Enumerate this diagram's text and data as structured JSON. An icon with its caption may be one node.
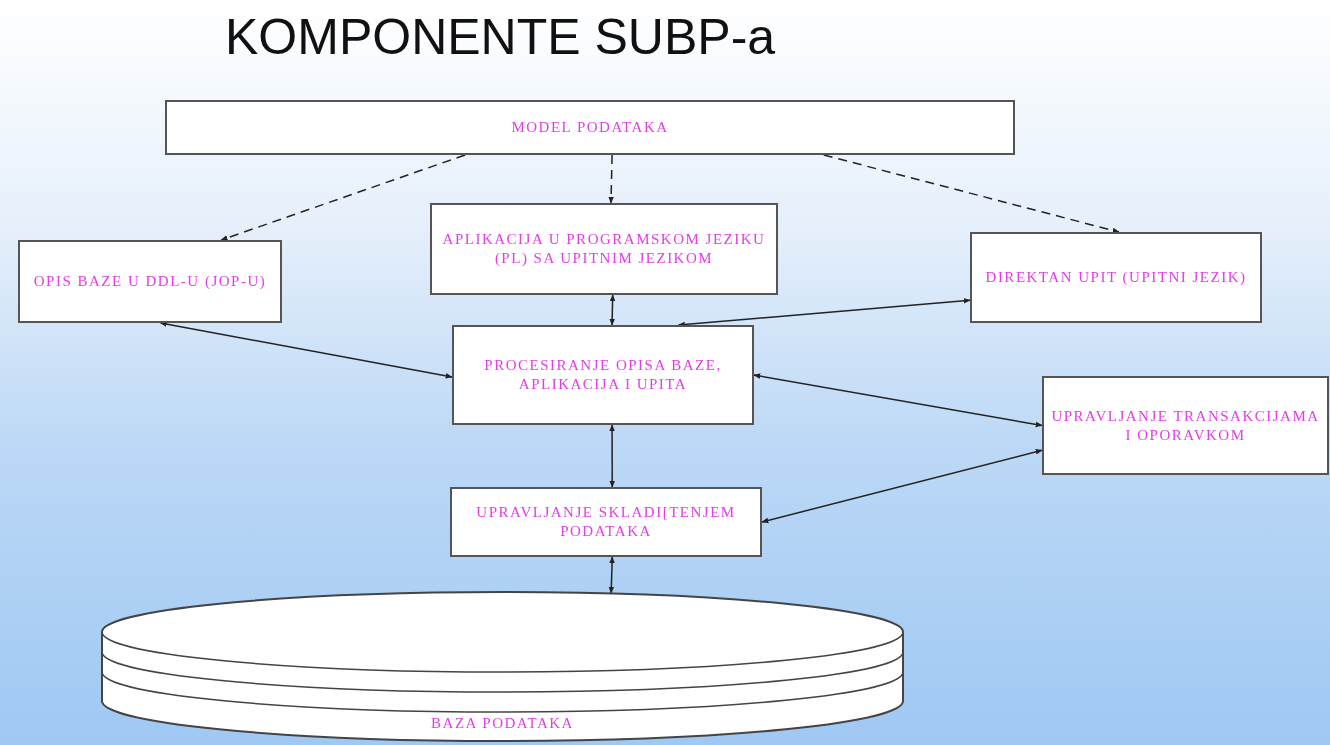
{
  "diagram": {
    "title": "KOMPONENTE SUBP-a",
    "nodes": [
      {
        "text": [
          "MODEL PODATAKA"
        ]
      },
      {
        "text": [
          "OPIS BAZE U DDL-U (JOP-U)"
        ]
      },
      {
        "text": [
          "APLIKACIJA U PROGRAMSKOM JEZIKU (PL) SA UPITNIM JEZIKOM"
        ]
      },
      {
        "text": [
          "DIREKTAN UPIT (UPITNI JEZIK)"
        ]
      },
      {
        "text": [
          "PROCESIRANJE OPISA BAZE, APLIKACIJA I UPITA"
        ]
      },
      {
        "text": [
          "UPRAVLJANJE TRANSAKCIJAMA I OPORAVKOM"
        ]
      },
      {
        "text": [
          "UPRAVLJANJE SKLADI[TENJEM PODATAKA"
        ]
      },
      {
        "text": [
          "BAZA PODATAKA"
        ]
      }
    ],
    "edges": [
      {
        "from": 0,
        "to": 1,
        "arrow": "to",
        "style": "dashed"
      },
      {
        "from": 0,
        "to": 2,
        "arrow": "to",
        "style": "dashed"
      },
      {
        "from": 0,
        "to": 3,
        "arrow": "to",
        "style": "dashed"
      },
      {
        "from": 4,
        "to": 1,
        "arrow": "both"
      },
      {
        "from": 4,
        "to": 2,
        "arrow": "both"
      },
      {
        "from": 4,
        "to": 3,
        "arrow": "both"
      },
      {
        "from": 4,
        "to": 5,
        "arrow": "both"
      },
      {
        "from": 4,
        "to": 6,
        "arrow": "both"
      },
      {
        "from": 5,
        "to": 6,
        "arrow": "both"
      },
      {
        "from": 6,
        "to": 7,
        "arrow": "both"
      }
    ]
  }
}
